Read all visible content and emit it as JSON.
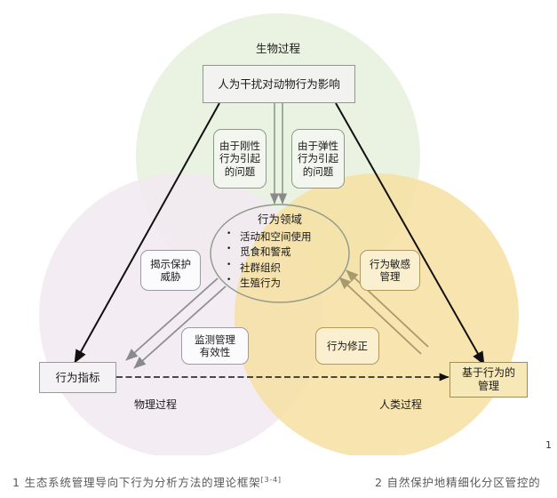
{
  "figure": {
    "venn": {
      "biological": {
        "label": "生物过程",
        "color": "#eaf2e2"
      },
      "physical": {
        "label": "物理过程",
        "color": "#f5eef5"
      },
      "human": {
        "label": "人类过程",
        "color": "#f6e0a4"
      }
    },
    "nodes": {
      "top_box": {
        "label": "人为干扰对动物行为影响"
      },
      "rigid_box": {
        "label": "由于刚性\n行为引起\n的问题"
      },
      "elastic_box": {
        "label": "由于弹性\n行为引起\n的问题"
      },
      "reveal_threat": {
        "label": "揭示保护\n威胁"
      },
      "monitor_effect": {
        "label": "监测管理\n有效性"
      },
      "behavior_indicator": {
        "label": "行为指标"
      },
      "behavior_sensitive": {
        "label": "行为敏感\n管理"
      },
      "behavior_modify": {
        "label": "行为修正"
      },
      "behavior_based_mgmt": {
        "label": "基于行为的\n管理"
      }
    },
    "ellipse": {
      "title": "行为领域",
      "items": [
        "活动和空间使用",
        "觅食和警戒",
        "社群组织",
        "生殖行为"
      ]
    }
  },
  "captions": {
    "left": "1 生态系统管理导向下行为分析方法的理论框架",
    "left_ref": "[3-4]",
    "right": "2 自然保护地精细化分区管控的"
  },
  "page_number": "1"
}
